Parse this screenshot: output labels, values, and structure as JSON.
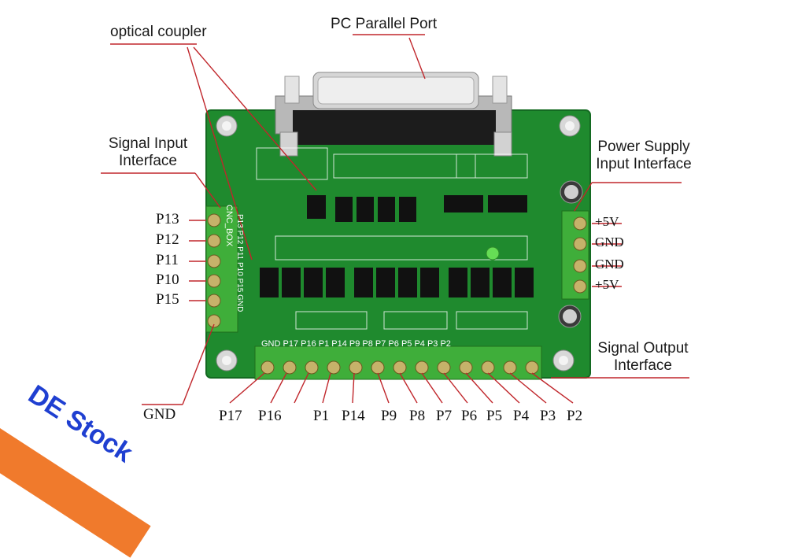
{
  "callouts": {
    "optical_coupler": "optical coupler",
    "pc_parallel_port": "PC Parallel Port",
    "signal_input_line1": "Signal Input",
    "signal_input_line2": "Interface",
    "power_supply_line1": "Power Supply",
    "power_supply_line2": "Input Interface",
    "signal_output_line1": "Signal Output",
    "signal_output_line2": "Interface"
  },
  "input_pins": [
    "P13",
    "P12",
    "P11",
    "P10",
    "P15"
  ],
  "ground_label": "GND",
  "power_pins": [
    "+5V",
    "GND",
    "GND",
    "+5V"
  ],
  "output_pins": [
    "P17",
    "P16",
    "P1",
    "P14",
    "P9",
    "P8",
    "P7",
    "P6",
    "P5",
    "P4",
    "P3",
    "P2"
  ],
  "board_silkscreen": {
    "output_header": [
      "GND",
      "P17",
      "P16",
      "P1",
      "P14",
      "P9",
      "P8",
      "P7",
      "P6",
      "P5",
      "P4",
      "P3",
      "P2"
    ],
    "board_name": "CNC_BOX",
    "input_header": "P13 P12 P11 P10 P15 GND"
  },
  "badge": "DE Stock",
  "colors": {
    "pcb": "#1f8a2e",
    "terminal": "#3fae3a",
    "connector": "#c9c9c9",
    "ribbon": "#f07a2c",
    "badge_text": "#1f3fd1",
    "leader": "#c0262b"
  }
}
